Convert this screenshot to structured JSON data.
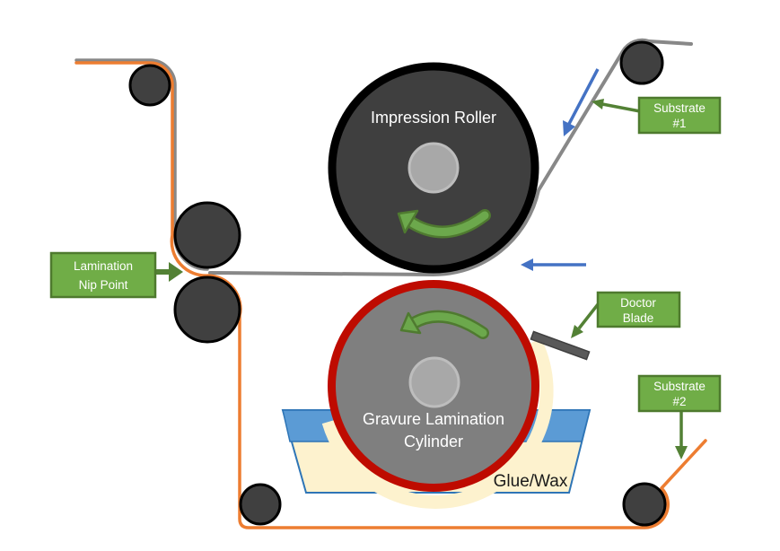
{
  "diagram": {
    "impression_roller_label": "Impression Roller",
    "gravure_cylinder_label_line1": "Gravure Lamination",
    "gravure_cylinder_label_line2": "Cylinder",
    "glue_wax_label": "Glue/Wax"
  },
  "callouts": {
    "lamination_nip": {
      "line1": "Lamination",
      "line2": "Nip Point"
    },
    "substrate1": {
      "line1": "Substrate",
      "line2": "#1"
    },
    "doctor_blade": {
      "line1": "Doctor",
      "line2": "Blade"
    },
    "substrate2": {
      "line1": "Substrate",
      "line2": "#2"
    }
  },
  "colors": {
    "background": "#ffffff",
    "roller_fill": "#404040",
    "roller_stroke": "#000000",
    "impression_fill": "#3f3f3f",
    "impression_stroke": "#000000",
    "gravure_fill": "#7f7f7f",
    "gravure_stroke": "#be0b00",
    "hub_fill": "#a8a8a8",
    "hub_stroke": "#bdbdbd",
    "web_gray": "#888888",
    "web_orange": "#ed7d31",
    "tray_fill": "#fdf2ce",
    "tray_stroke": "#2e75b6",
    "tray_liquid": "#5b9bd5",
    "halo": "#fdf2ce",
    "green_box_fill": "#70ad47",
    "green_box_stroke": "#4e7a2e",
    "green_arrow": "#538135",
    "rotation_arrow_fill": "#6ca84c",
    "rotation_arrow_stroke": "#4f7a30",
    "blue_arrow": "#4472c4",
    "blade_fill": "#595959",
    "blade_stroke": "#404040",
    "label_text": "#ffffff",
    "dark_text": "#1a1a1a"
  }
}
